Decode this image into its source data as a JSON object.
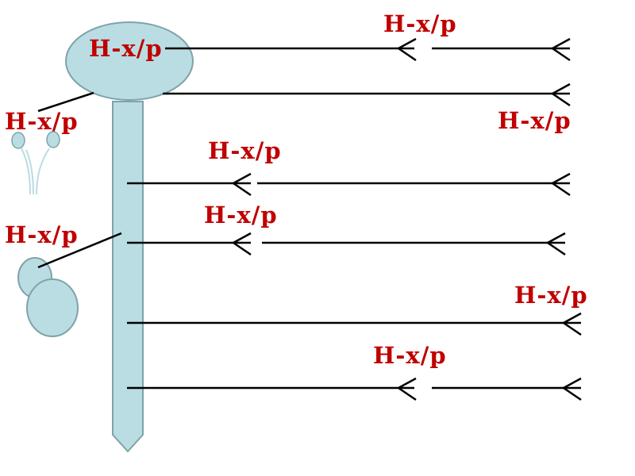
{
  "colors": {
    "label": "#c00000",
    "cell_fill": "#b9dde2",
    "cell_stroke": "#7fa3a8",
    "line": "#000000",
    "background": "#ffffff"
  },
  "labels": {
    "nucleus": "H-x/p",
    "pathway_1": "H-x/p",
    "pathway_2": "H-x/p",
    "pathway_3": "H-x/p",
    "pathway_4": "H-x/p",
    "pathway_5": "H-x/p",
    "pathway_6": "H-x/p",
    "left_upper": "H-x/p",
    "left_lower": "H-x/p"
  }
}
